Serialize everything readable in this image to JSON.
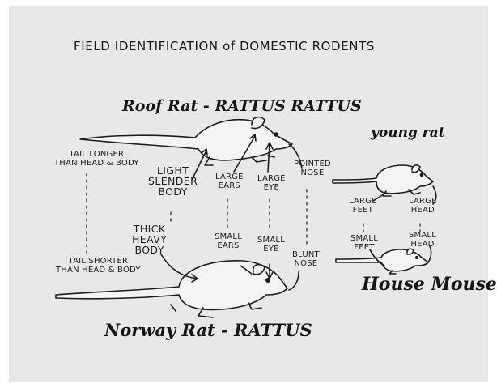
{
  "title": "FIELD IDENTIFICATION of DOMESTIC RODENTS",
  "roof_rat_title": "Roof Rat - RATTUS RATTUS",
  "norway_rat_title": "Norway Rat - RATTUS",
  "young_rat_title": "young rat",
  "house_mouse_title": "House Mouse",
  "labels": {
    "tail_longer": [
      "TAIL LONGER",
      "THAN HEAD & BODY"
    ],
    "tail_shorter": [
      "TAIL SHORTER",
      "THAN HEAD & BODY"
    ],
    "light_slender": [
      "LIGHT",
      "SLENDER",
      "BODY"
    ],
    "thick_heavy": [
      "THICK",
      "HEAVY",
      "BODY"
    ],
    "large_ears": [
      "LARGE",
      "EARS"
    ],
    "small_ears": [
      "SMALL",
      "EARS"
    ],
    "large_eye": [
      "LARGE",
      "EYE"
    ],
    "small_eye": [
      "SMALL",
      "EYE"
    ],
    "pointed_nose": [
      "POINTED",
      "NOSE"
    ],
    "blunt_nose": [
      "BLUNT",
      "NOSE"
    ],
    "large_feet": [
      "LARGE",
      "FEET"
    ],
    "small_feet": [
      "SMALL",
      "FEET"
    ],
    "large_head": [
      "LARGE",
      "HEAD"
    ],
    "small_head": [
      "SMALL",
      "HEAD"
    ]
  },
  "colors": {
    "background": "#e8e8e8",
    "ink": "#1d1d1d",
    "page": "#ffffff"
  }
}
